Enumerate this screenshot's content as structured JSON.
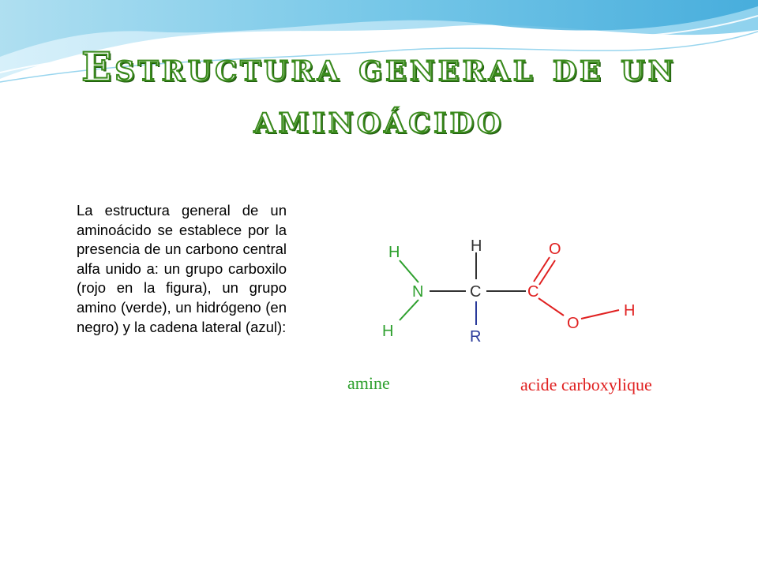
{
  "slide": {
    "title": "Estructura general de un aminoácido",
    "body": "La estructura general de un aminoácido se establece por la presencia de un carbono central alfa unido a: un grupo carboxilo (rojo en la figura), un grupo amino (verde), un hidrógeno (en negro) y la cadena lateral (azul):"
  },
  "diagram": {
    "atoms": {
      "h_top_left": "H",
      "h_bottom_left": "H",
      "nitrogen": "N",
      "h_alpha": "H",
      "carbon_alpha": "C",
      "r_group": "R",
      "carboxyl_carbon": "C",
      "carbonyl_oxygen": "O",
      "hydroxyl_oxygen": "O",
      "hydroxyl_h": "H"
    },
    "labels": {
      "amine": "amine",
      "carboxyl": "acide carboxylique"
    },
    "colors": {
      "amine": "#2ea02e",
      "carboxyl": "#e02020",
      "hydrogen": "#333333",
      "side_chain": "#2a3a9a",
      "title_stroke": "#3a8a1c"
    }
  }
}
